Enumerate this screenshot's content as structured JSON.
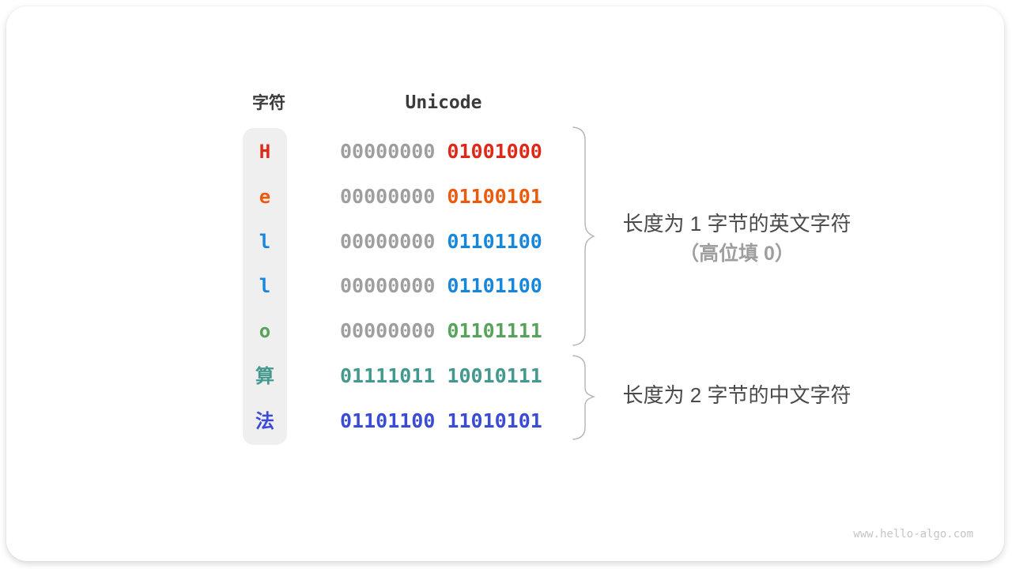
{
  "header": {
    "char_label": "字符",
    "unicode_label": "Unicode"
  },
  "rows": [
    {
      "char": "H",
      "byte1": "00000000",
      "byte2": "01001000",
      "char_color": "#df2817",
      "byte1_color": "#9e9e9e",
      "byte2_color": "#df2817"
    },
    {
      "char": "e",
      "byte1": "00000000",
      "byte2": "01100101",
      "char_color": "#ea5b0e",
      "byte1_color": "#9e9e9e",
      "byte2_color": "#ea5b0e"
    },
    {
      "char": "l",
      "byte1": "00000000",
      "byte2": "01101100",
      "char_color": "#1787db",
      "byte1_color": "#9e9e9e",
      "byte2_color": "#1787db"
    },
    {
      "char": "l",
      "byte1": "00000000",
      "byte2": "01101100",
      "char_color": "#1787db",
      "byte1_color": "#9e9e9e",
      "byte2_color": "#1787db"
    },
    {
      "char": "o",
      "byte1": "00000000",
      "byte2": "01101111",
      "char_color": "#57a35c",
      "byte1_color": "#9e9e9e",
      "byte2_color": "#57a35c"
    },
    {
      "char": "算",
      "byte1": "01111011",
      "byte2": "10010111",
      "char_color": "#44998e",
      "byte1_color": "#44998e",
      "byte2_color": "#44998e"
    },
    {
      "char": "法",
      "byte1": "01101100",
      "byte2": "11010101",
      "char_color": "#3a4bd8",
      "byte1_color": "#3a4bd8",
      "byte2_color": "#3a4bd8"
    }
  ],
  "annotations": {
    "english": {
      "line1": "长度为 1 字节的英文字符",
      "line2": "（高位填 0）"
    },
    "chinese": {
      "line1": "长度为 2 字节的中文字符"
    }
  },
  "watermark": "www.hello-algo.com",
  "colors": {
    "header_text": "#3b3b3b",
    "annotation_text": "#4a4a4a",
    "annotation_muted": "#9e9e9e",
    "brace": "#b3b3b3",
    "column_background": "#efefef",
    "watermark": "#c5c5c5"
  }
}
